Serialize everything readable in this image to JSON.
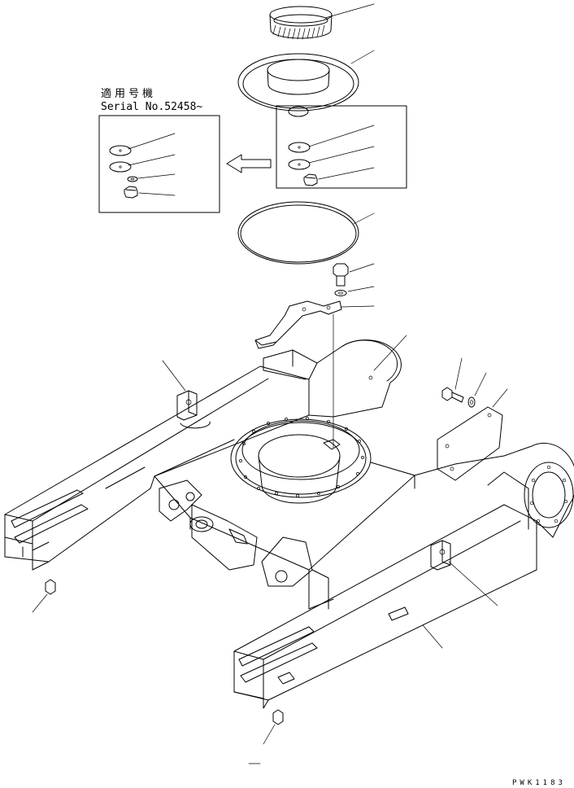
{
  "inset": {
    "applicable_label": "適用号機",
    "serial_label": "Serial No.52458~"
  },
  "drawing_code": "PWK1183"
}
